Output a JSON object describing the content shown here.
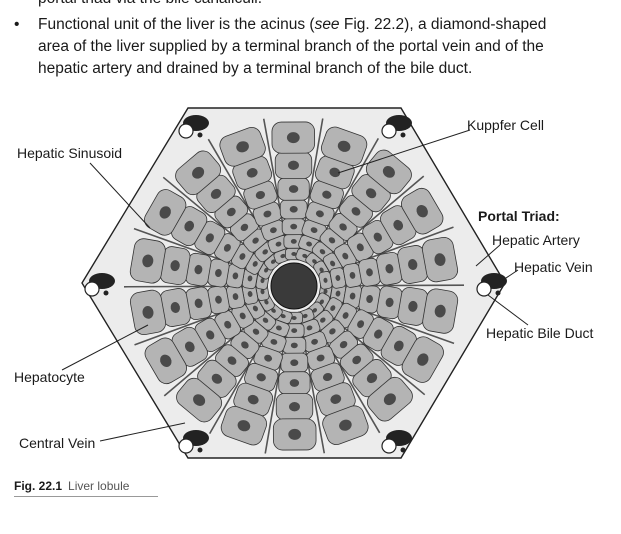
{
  "text": {
    "line0": "portal triad via the bile canaliculi.",
    "bullet": "•",
    "line1_pre": "Functional unit of the liver is the acinus (",
    "line1_see": "see",
    "line1_post": " Fig. 22.2), a diamond-shaped",
    "line2": "area of the liver supplied by a terminal branch of the portal vein and of the",
    "line3": "hepatic artery and drained by a terminal branch of the bile duct."
  },
  "labels": {
    "kupffer": "Kuppfer Cell",
    "sinusoid": "Hepatic Sinusoid",
    "portal_triad": "Portal Triad:",
    "artery": "Hepatic Artery",
    "vein": "Hepatic Vein",
    "bile_duct": "Hepatic Bile Duct",
    "hepatocyte": "Hepatocyte",
    "central_vein": "Central Vein"
  },
  "caption": {
    "number": "Fig. 22.1",
    "title": "Liver lobule"
  },
  "colors": {
    "cell_fill": "#b4b4b4",
    "nucleus": "#4a4a4a",
    "central_vein": "#3a3a3a",
    "background": "#ececec"
  }
}
